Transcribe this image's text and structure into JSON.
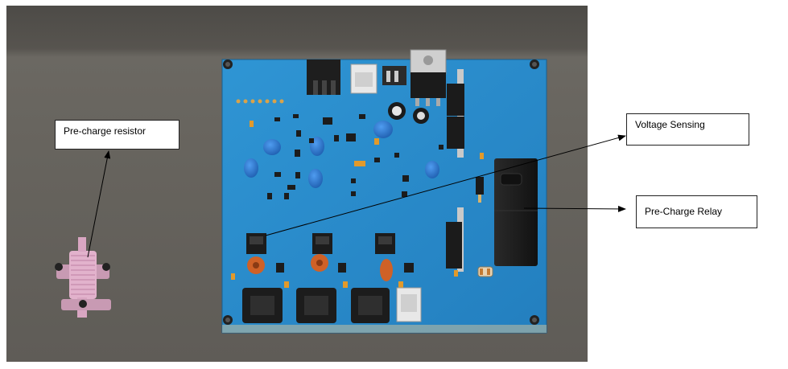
{
  "labels": {
    "precharge_resistor": "Pre-charge resistor",
    "voltage_sensing": "Voltage Sensing",
    "precharge_relay": "Pre-Charge Relay"
  },
  "colors": {
    "pcb": "#2a8fd0",
    "pcb_dark": "#1f78b5",
    "background_gray": "#64615c",
    "resistor_pink": "#e2b2cc",
    "capacitor_blue": "#2f7fd6",
    "orange_component": "#d0652a",
    "relay_black": "#1c1c1c"
  }
}
